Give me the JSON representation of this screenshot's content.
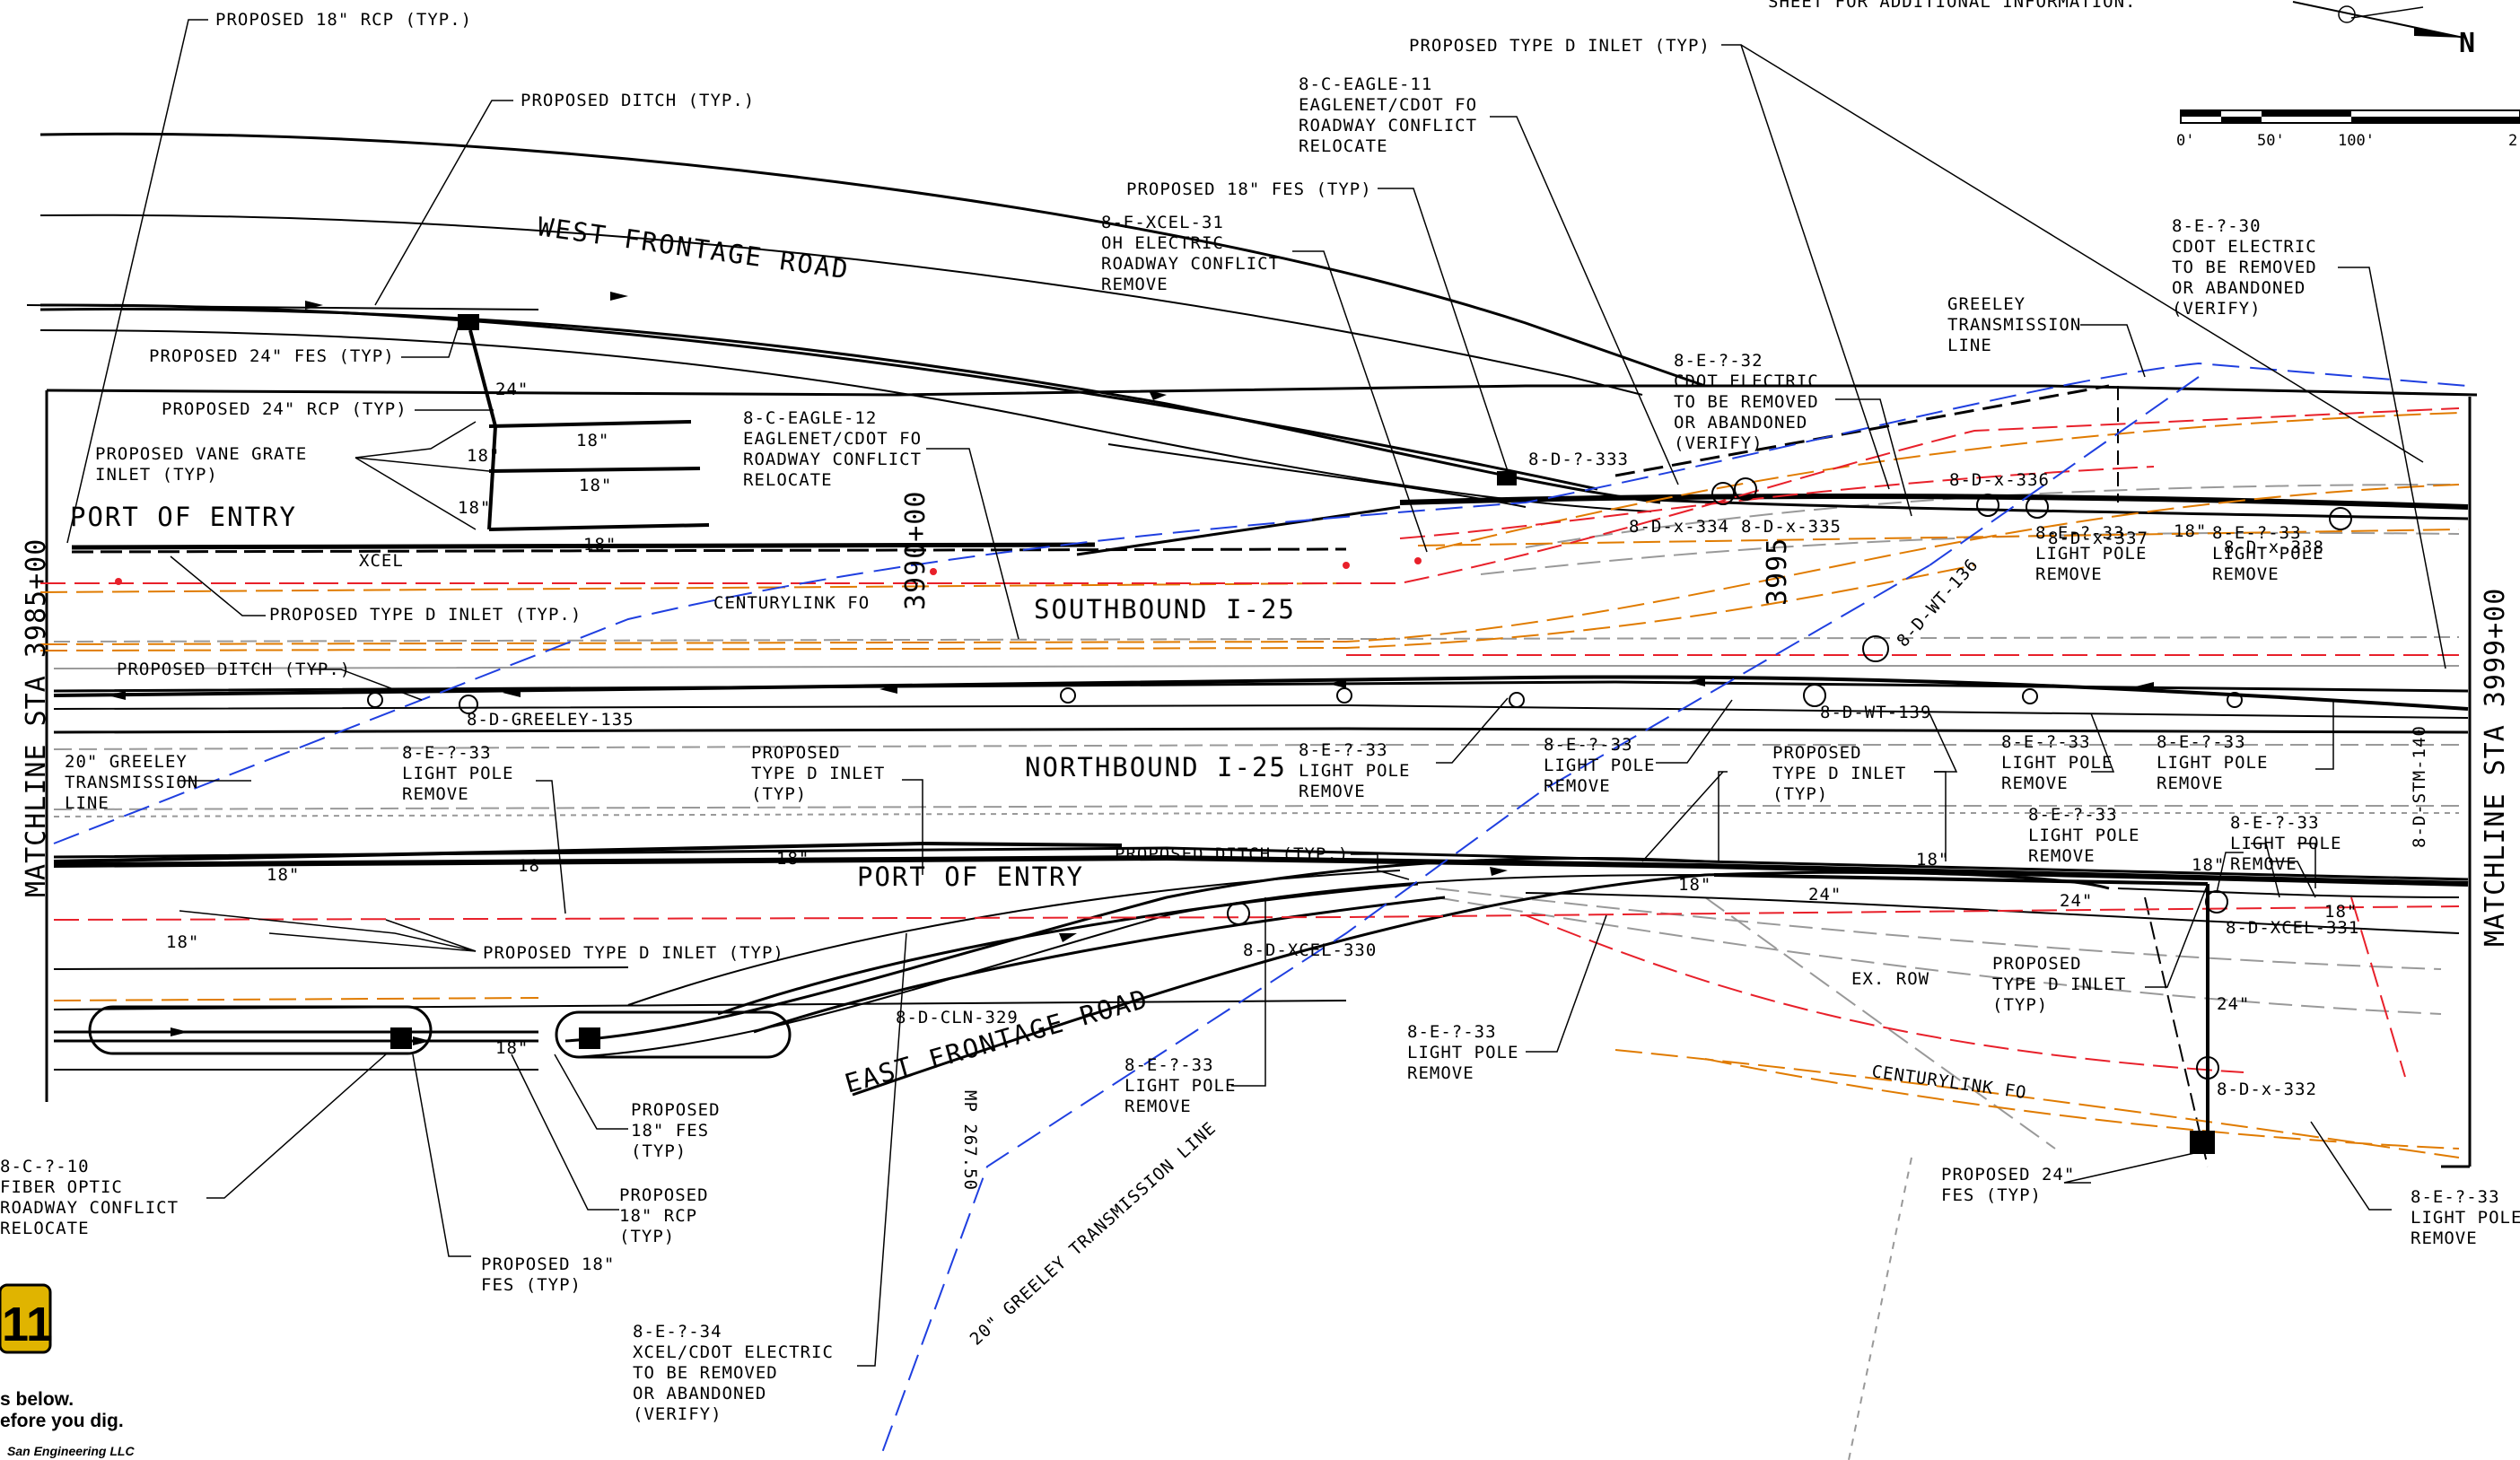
{
  "sheet_note": "SHEET FOR ADDITIONAL INFORMATION.",
  "north_arrow": {
    "letter": "N"
  },
  "scale": {
    "ticks": [
      "0'",
      "50'",
      "100'",
      "2"
    ]
  },
  "matchlines": {
    "left": "MATCHLINE STA 3985+00",
    "right": "MATCHLINE STA 3999+00"
  },
  "stations": {
    "s3990": "3990+00",
    "s3995": "3995"
  },
  "roads": {
    "west_frontage": "WEST FRONTAGE ROAD",
    "southbound": "SOUTHBOUND I-25",
    "northbound": "NORTHBOUND I-25",
    "east_frontage": "EAST FRONTAGE ROAD",
    "poe_top": "PORT OF ENTRY",
    "poe_bottom": "PORT OF ENTRY"
  },
  "callouts": {
    "rcp18_top": "PROPOSED 18\" RCP (TYP.)",
    "ditch_top": "PROPOSED DITCH (TYP.)",
    "fes24_left": "PROPOSED 24\" FES (TYP)",
    "rcp24_left": "PROPOSED 24\" RCP (TYP)",
    "vane_grate": [
      "PROPOSED VANE GRATE",
      "INLET (TYP)"
    ],
    "inlet_d_left": "PROPOSED TYPE D INLET (TYP.)",
    "ditch_left": "PROPOSED DITCH (TYP.)",
    "greeley_20": [
      "20\" GREELEY",
      "TRANSMISSION",
      "LINE"
    ],
    "eagle12": [
      "8-C-EAGLE-12",
      "EAGLENET/CDOT FO",
      "ROADWAY CONFLICT",
      "RELOCATE"
    ],
    "eagle11": [
      "8-C-EAGLE-11",
      "EAGLENET/CDOT FO",
      "ROADWAY CONFLICT",
      "RELOCATE"
    ],
    "xcel31": [
      "8-E-XCEL-31",
      "OH ELECTRIC",
      "ROADWAY CONFLICT",
      "REMOVE"
    ],
    "fes18_top": "PROPOSED 18\" FES (TYP)",
    "inlet_d_top": "PROPOSED TYPE D INLET (TYP)",
    "e32": [
      "8-E-?-32",
      "CDOT ELECTRIC",
      "TO BE REMOVED",
      "OR ABANDONED",
      "(VERIFY)"
    ],
    "e30": [
      "8-E-?-30",
      "CDOT ELECTRIC",
      "TO BE REMOVED",
      "OR ABANDONED",
      "(VERIFY)"
    ],
    "greeley_tr": [
      "GREELEY",
      "TRANSMISSION",
      "LINE"
    ],
    "light_pole_remove": [
      "8-E-?-33",
      "LIGHT POLE",
      "REMOVE"
    ],
    "inlet_d_mid": [
      "PROPOSED",
      "TYPE D INLET",
      "(TYP)"
    ],
    "inlet_d_right": [
      "PROPOSED",
      "TYPE D INLET",
      "(TYP)"
    ],
    "inlet_d_center": [
      "PROPOSED",
      "TYPE D INLET",
      "(TYP)"
    ],
    "ditch_mid": "PROPOSED DITCH (TYP.)",
    "inlet_d_bottom": "PROPOSED TYPE D INLET (TYP)",
    "fes18_a": [
      "PROPOSED",
      "18\" FES",
      "(TYP)"
    ],
    "rcp18_b": [
      "PROPOSED",
      "18\" RCP",
      "(TYP)"
    ],
    "fes18_c": [
      "PROPOSED 18\"",
      "FES (TYP)"
    ],
    "c10": [
      "8-C-?-10",
      "FIBER OPTIC",
      "ROADWAY CONFLICT",
      "RELOCATE"
    ],
    "e34": [
      "8-E-?-34",
      "XCEL/CDOT ELECTRIC",
      "TO BE REMOVED",
      "OR ABANDONED",
      "(VERIFY)"
    ],
    "fes24_right": [
      "PROPOSED 24\"",
      "FES (TYP)"
    ],
    "ex_row": "EX. ROW",
    "centurylink_fo": "CENTURYLINK FO",
    "centurylink_fo_left": "CENTURYLINK FO",
    "xcel": "XCEL",
    "greeley_diag": "20\" GREELEY TRANSMISSION LINE",
    "mp": "MP 267.50"
  },
  "structure_ids": {
    "d333": "8-D-?-333",
    "d334": "8-D-x-334",
    "d335": "8-D-x-335",
    "d336": "8-D-x-336",
    "d337": "8-D-x-337",
    "d338": "8-D-x-338",
    "wt136": "8-D-WT-136",
    "wt139": "8-D-WT-139",
    "greeley135": "8-D-GREELEY-135",
    "xcel330": "8-D-XCEL-330",
    "cln329": "8-D-CLN-329",
    "xcel331": "8-D-XCEL-331",
    "d332": "8-D-x-332",
    "stm140": "8-D-STM-140"
  },
  "pipe_sizes": {
    "p18": "18\"",
    "p24": "24\"",
    "p18_tick": "18'\""
  },
  "logo": {
    "number": "11",
    "line1": "s below.",
    "line2": "efore you dig.",
    "company": "San Engineering LLC"
  },
  "colors": {
    "fiber": "#e07b00",
    "electric": "#e8202a",
    "transmission": "#1f3fe0",
    "existing": "#999999",
    "ink": "#000000"
  }
}
